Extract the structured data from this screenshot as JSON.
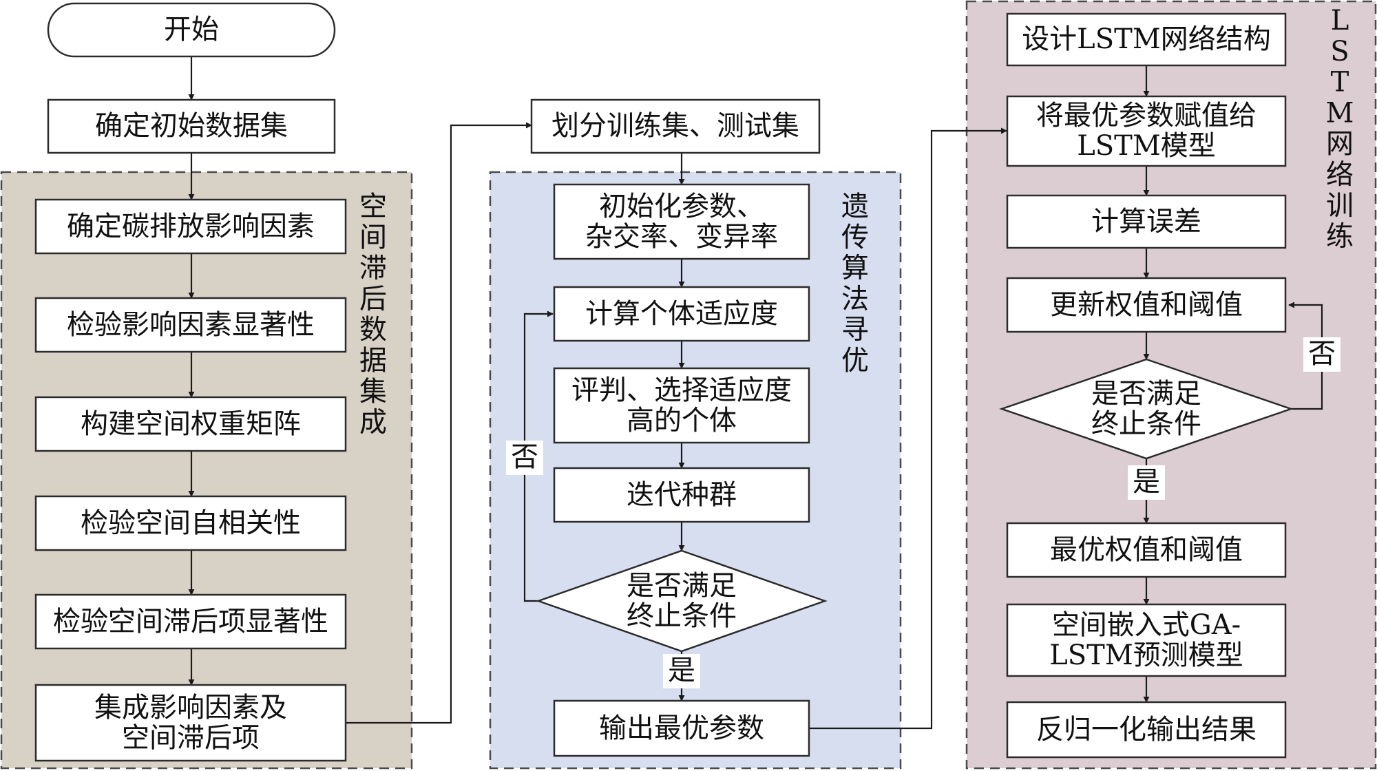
{
  "start": "开始",
  "init_dataset": "确定初始数据集",
  "split_dataset": "划分训练集、测试集",
  "groups": {
    "spatial": {
      "title": "空间滞后数据集成",
      "color": "#d8d1c6"
    },
    "ga": {
      "title": "遗传算法寻优",
      "color": "#d6deef"
    },
    "lstm": {
      "title": "LSTM网络训练",
      "color": "#dccdd3"
    }
  },
  "spatial_steps": [
    "确定碳排放影响因素",
    "检验影响因素显著性",
    "构建空间权重矩阵",
    "检验空间自相关性",
    "检验空间滞后项显著性",
    "集成影响因素及\n空间滞后项"
  ],
  "ga_steps": {
    "init_params": "初始化参数、\n杂交率、变异率",
    "fitness": "计算个体适应度",
    "select": "评判、选择适应度\n高的个体",
    "iterate": "迭代种群",
    "check": "是否满足\n终止条件",
    "output": "输出最优参数"
  },
  "lstm_steps": {
    "design": "设计LSTM网络结构",
    "assign": "将最优参数赋值给\nLSTM模型",
    "error": "计算误差",
    "update": "更新权值和阈值",
    "check": "是否满足\n终止条件",
    "best": "最优权值和阈值",
    "model": "空间嵌入式GA-\nLSTM预测模型",
    "result": "反归一化输出结果"
  },
  "labels": {
    "no": "否",
    "yes": "是"
  }
}
